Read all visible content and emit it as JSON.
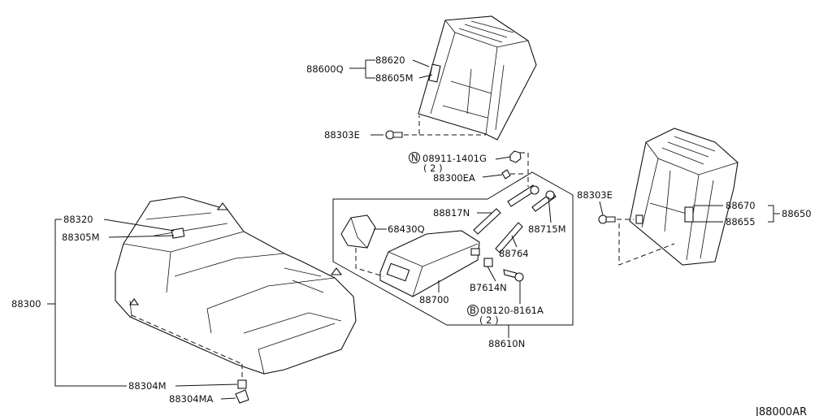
{
  "diagram_ref": "J88000AR",
  "labels": {
    "p88600q": "88600Q",
    "p88620": "88620",
    "p88605m": "88605M",
    "p88303e_top": "88303E",
    "p08911_prefix": "N",
    "p08911": "08911-1401G",
    "p08911_qty": "( 2 )",
    "p88300ea": "88300EA",
    "p88303e_right": "88303E",
    "p88670": "88670",
    "p88650": "88650",
    "p88655": "88655",
    "p88320": "88320",
    "p88305m": "88305M",
    "p88300": "88300",
    "p88817n": "88817N",
    "p68430q": "68430Q",
    "p88715m": "88715M",
    "p88764": "88764",
    "p88700": "88700",
    "p87614n": "B7614N",
    "p08120_prefix": "B",
    "p08120": "08120-8161A",
    "p08120_qty": "( 2 )",
    "p88610n": "88610N",
    "p88304m": "88304M",
    "p88304ma": "88304MA"
  }
}
